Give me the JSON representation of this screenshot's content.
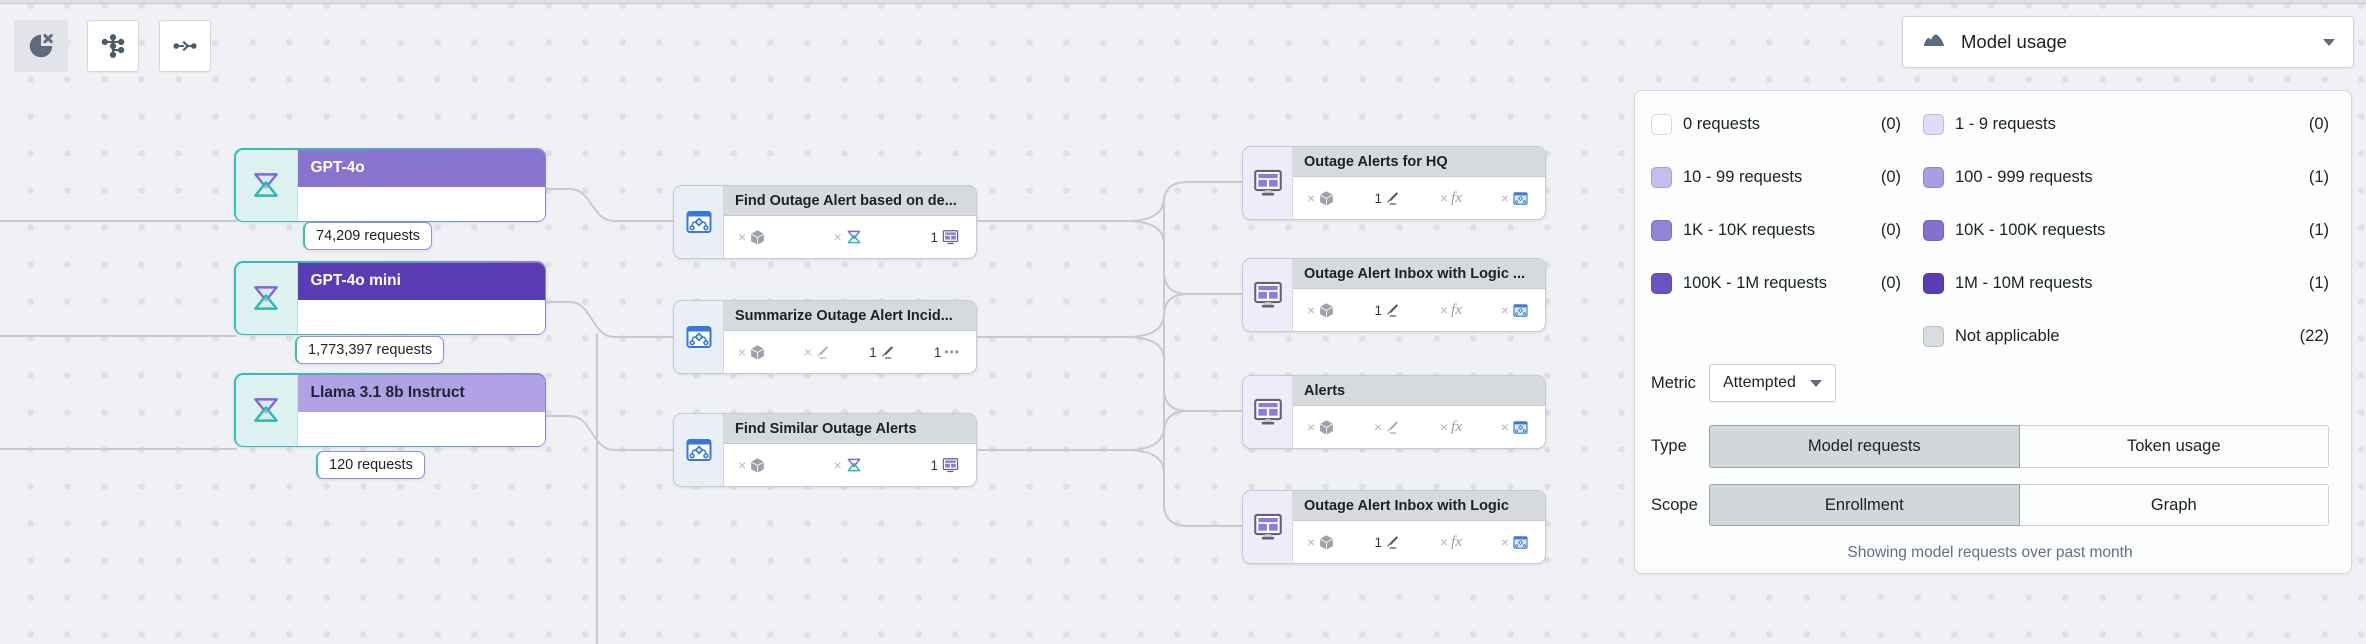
{
  "toolbar": {
    "buttons": [
      {
        "icon": "pie-chart-dismiss-icon",
        "active": true
      },
      {
        "icon": "hierarchy-layout-icon",
        "active": false
      },
      {
        "icon": "merge-arrow-icon",
        "active": false
      }
    ]
  },
  "overlay_selector": {
    "value": "Model usage",
    "icon": "area-chart-icon"
  },
  "graph": {
    "model_nodes": [
      {
        "title": "GPT-4o",
        "badge": "74,209 requests",
        "header_color": "#8674cf",
        "title_color": "#ffffff"
      },
      {
        "title": "GPT-4o mini",
        "badge": "1,773,397 requests",
        "header_color": "#5a3cb4",
        "title_color": "#ffffff"
      },
      {
        "title": "Llama 3.1 8b Instruct",
        "badge": "120 requests",
        "header_color": "#b0a2e5",
        "title_color": "#1f2430"
      }
    ],
    "function_nodes": [
      {
        "title": "Find Outage Alert based on de...",
        "stats": [
          {
            "icon": "cube-icon",
            "value": "×"
          },
          {
            "icon": "llm-icon",
            "value": "×"
          },
          {
            "icon": "monitor-icon",
            "value": "1"
          }
        ]
      },
      {
        "title": "Summarize Outage Alert Incid...",
        "stats": [
          {
            "icon": "cube-icon",
            "value": "×"
          },
          {
            "icon": "edits-icon",
            "value": "×"
          },
          {
            "icon": "edits-icon",
            "value": "1"
          },
          {
            "icon": "ellipsis-icon",
            "value": "1",
            "glyph": "•••"
          }
        ]
      },
      {
        "title": "Find Similar Outage Alerts",
        "stats": [
          {
            "icon": "cube-icon",
            "value": "×"
          },
          {
            "icon": "llm-icon",
            "value": "×"
          },
          {
            "icon": "monitor-icon",
            "value": "1"
          }
        ]
      }
    ],
    "app_nodes": [
      {
        "title": "Outage Alerts for HQ",
        "stats": [
          {
            "icon": "cube-icon",
            "value": "×"
          },
          {
            "icon": "edits-icon",
            "value": "1"
          },
          {
            "icon": "fx-icon",
            "value": "×",
            "glyph": "fx"
          },
          {
            "icon": "automation-icon",
            "value": "×"
          }
        ]
      },
      {
        "title": "Outage Alert Inbox with Logic ...",
        "stats": [
          {
            "icon": "cube-icon",
            "value": "×"
          },
          {
            "icon": "edits-icon",
            "value": "1"
          },
          {
            "icon": "fx-icon",
            "value": "×",
            "glyph": "fx"
          },
          {
            "icon": "automation-icon",
            "value": "×"
          }
        ]
      },
      {
        "title": "Alerts",
        "stats": [
          {
            "icon": "cube-icon",
            "value": "×"
          },
          {
            "icon": "edits-icon",
            "value": "×"
          },
          {
            "icon": "fx-icon",
            "value": "×",
            "glyph": "fx"
          },
          {
            "icon": "automation-icon",
            "value": "×"
          }
        ]
      },
      {
        "title": "Outage Alert Inbox with Logic",
        "stats": [
          {
            "icon": "cube-icon",
            "value": "×"
          },
          {
            "icon": "edits-icon",
            "value": "1"
          },
          {
            "icon": "fx-icon",
            "value": "×",
            "glyph": "fx"
          },
          {
            "icon": "automation-icon",
            "value": "×"
          }
        ]
      }
    ]
  },
  "panel": {
    "legend": [
      {
        "label": "0 requests",
        "count": "(0)",
        "color": "#ffffff"
      },
      {
        "label": "1 - 9 requests",
        "count": "(0)",
        "color": "#e2dbf8"
      },
      {
        "label": "10 - 99 requests",
        "count": "(0)",
        "color": "#c7bbef"
      },
      {
        "label": "100 - 999 requests",
        "count": "(1)",
        "color": "#ab9ce4"
      },
      {
        "label": "1K - 10K requests",
        "count": "(0)",
        "color": "#9282d8"
      },
      {
        "label": "10K - 100K requests",
        "count": "(1)",
        "color": "#8470cf"
      },
      {
        "label": "100K - 1M requests",
        "count": "(0)",
        "color": "#6d52c3"
      },
      {
        "label": "1M - 10M requests",
        "count": "(1)",
        "color": "#5a3cb4"
      },
      {
        "label": "Not applicable",
        "count": "(22)",
        "color": "#d9dce0"
      }
    ],
    "metric": {
      "label": "Metric",
      "value": "Attempted"
    },
    "type": {
      "label": "Type",
      "options": [
        "Model requests",
        "Token usage"
      ]
    },
    "scope": {
      "label": "Scope",
      "options": [
        "Enrollment",
        "Graph"
      ]
    },
    "footer": "Showing model requests over past month"
  },
  "colors": {
    "edge": "#c7cbd1",
    "accent_teal": "#2fc2b4",
    "accent_purple": "#8f7fd6"
  }
}
